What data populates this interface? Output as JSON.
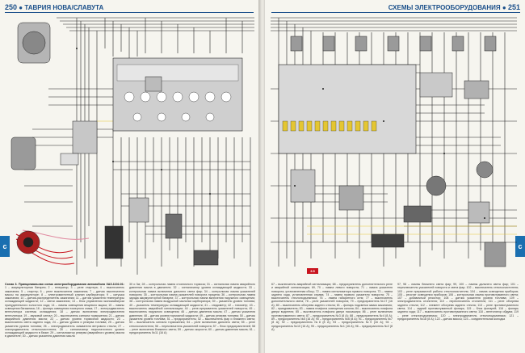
{
  "left_page": {
    "page_number": "250",
    "title": "ТАВРИЯ НОВА/СЛАВУТА",
    "tab_label": "c",
    "caption_title": "Схема 3. Принципиальная схема электрооборудования автомобиля ЗАЗ-1102-01:",
    "caption_text": "1 – аккумуляторная батарея; 2 – генератор; 3 – реле стартера; 4 – выключатель зажигания; 5 – стартер; 6 – реле выключателя зажигания; 7 – датчик выключателя массы на аккумуляторе; 8 – электромагнитный клапан карбюратора; 9 – катушка зажигания; 10 – датчик-распределитель зажигания; 11 – датчик указателя температуры охлаждающей жидкости; 12 – свечи зажигания; 13 – блок управления экономайзером принудительного холостого хода; 14 – лампы освещения вещевого ящика; 15 – лампы освещения багажника; 16 – фонарь освещения номерного знака; 17 – электродвигатель вентилятора системы охлаждения; 18 – датчик включения электродвигателя вентилятора; 19 – звуковой сигнал; 20 – выключатель сигнала торможения; 21 – датчик аварийного давления масла; 22 – датчик уровня тормозной жидкости; 23 – выключатель света заднего хода; 24 – датчик уровня и резерва топлива; 25 – датчик указателя уровня топлива; 26 – электродвигатель омывателя ветрового стекла; 27 – электродвигатель стеклоочистителя; 28 – сигнализатор недостаточного уровня охлаждающей жидкости в бачке; 29 – сигнализатор резерва (аварийного уровня) масла в двигателе; 30 – датчик указателя давления масла",
    "caption_text_2": "30 и 3м; 28 – контрольная лампа стояночного тормоза; 31 – сигнальная лампа аварийного давления масла в двигателе; 32 – сигнализатор уровня охлаждающей жидкости; 33 – контрольная лампа включения дальнего света фар; 34 – контрольная лампа указателей поворота; 35 – контрольная лампа указателей поворота прицепа; 36 – контрольная лампа заряда аккумуляторной батареи; 37 – контрольная лампа включения наружного освещения; 38 – контрольная лампа воздушной заслонки карбюратора; 39 – указатель уровня топлива; 40 – указатель температуры охлаждающей жидкости; 41 – спидометр; 42 – тахометр; 43 – выключатель аварийной сигнализации; 44 – реле-прерыватель указателей поворота; 45 – выключатель наружного освещения; 46 – датчик давления масла; 47 – датчик указателя давления; 48 – датчик уровня тормозной жидкости; 49 – датчик резерва топлива; 50 – датчик указателя уровня топлива; 51 – предохранитель; 52 – выключатель фар и ближнего света; 53 – выключатель сигнала торможения; 54 – реле включения дальнего света; 55 – реле стеклоочистителя; 56 – переключатель указателей поворота; 57 – блок предохранителей; 58 – реле включения ближнего света; 59 – датчик скорости; 60 – датчик давления масла; 61 – предохранитель №11 (16 А)"
  },
  "right_page": {
    "page_number": "251",
    "title": "СХЕМЫ ЭЛЕКТРООБОРУДОВАНИЯ",
    "tab_label": "c",
    "red_label": "3.5",
    "caption_col1": "67 – выключатель аварийной сигнализации; 68 – предохранитель дополнительного реле и аварийной сигнализации; 69, 70 – лампа левого поворота; 71 – лампа указателя поворота, установленная сбоку; 72 – лампа сигнализатора правого поворота; 73 – лампа заднего хода, установленная справа; 74 – лампа правого указателя поворота; 75 – выключатель стеклоподъемника; 76 – лампа габаритного огня; 77 – выключатель дополнительного света; 78 – реле указателей поворота; 79 – предохранитель №17 (16 А); 80 – выключатель обогрева заднего стекла; 81 – фонарь подсветки замка зажигания; 82 – прикуриватель; 83 – лампа плафона освещения салона; 84 – выключатель плафона двери водителя; 85 – выключатель плафона двери пассажира; 86 – реле включения противотуманного света; 87 – предохранитель №3 (8 А); 88 – предохранитель №4 (8 А); 89 – предохранитель №5 (16 А); 90 – предохранитель №6 (8 А); 91 – предохранитель №7 (8 А); 92 – предохранитель №8 (8 А); 93 – предохранитель №9 (16 А); 94 – предохранитель №10 (16 А); 95 – предохранитель №1 (16 А); 96 – предохранитель №2 (8 А)",
    "caption_col2": "97, 98 – лампы ближнего света фар; 99, 100 – лампы дальнего света фар; 101 – переключатель указателей поворота и света фар; 102 – выключатель стеклоочистителя; 103 – реле прерывистой работы стеклоочистителя; 104 – лампа освещения приборов; 105 – реостат освещения приборов; 106 – контрольная лампа противотуманного света; 107 – добавочный резистор; 108 – датчик указателя уровня топлива; 109 – электродвигатель отопителя; 110 – переключатель отопителя; 111 – реле обогрева заднего стекла; 112 – элемент обогрева заднего стекла; 113 – реле противотуманного света; 114 – задний противотуманный фонарь; 115 – блок фонарей; 116 – фонарь заднего хода; 117 – выключатель противотуманного света; 118 – вентилятор обдува; 119 – реле стеклоподъемника; 120 – электродвигатель стеклоподъемника; 121 – предохранитель №18 (8 А); 122 – датчик массы; 123 – соединительная колодка"
  },
  "colors": {
    "accent": "#1a4f8a",
    "tab": "#1a6fb0",
    "red_label": "#c8141e",
    "wire": "#222222",
    "wire_red": "#c8141e",
    "wire_pink": "#e08aa0",
    "wire_yellow": "#e4c632",
    "box_gray": "#cfcfcf"
  }
}
